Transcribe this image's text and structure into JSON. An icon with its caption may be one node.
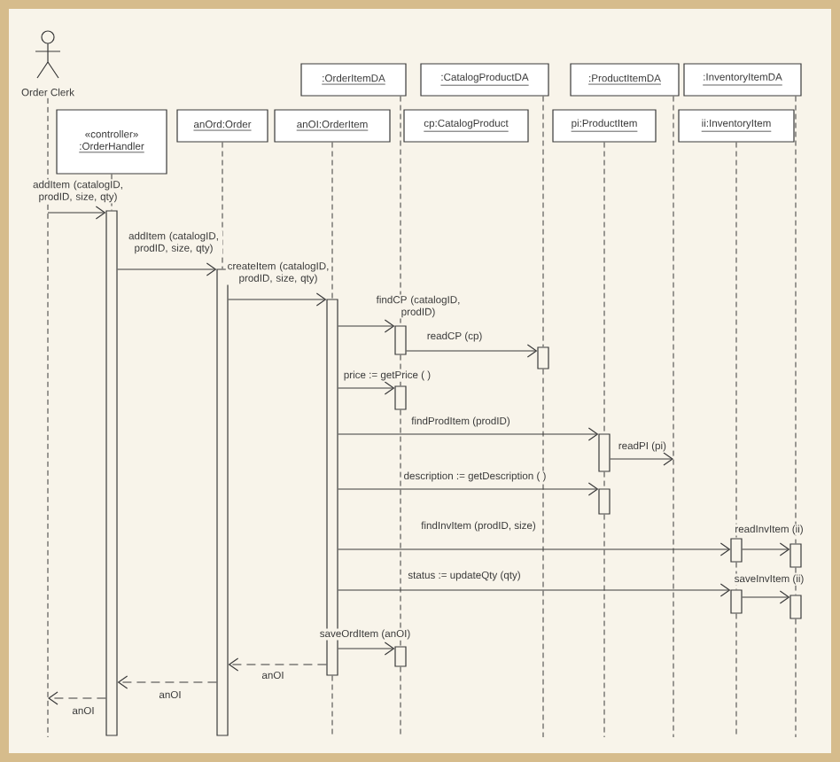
{
  "diagram": {
    "nodes": [
      {
        "text": [
          "Order Clerk"
        ]
      },
      {
        "text": [
          ":OrderItemDA"
        ]
      },
      {
        "text": [
          ":CatalogProductDA"
        ]
      },
      {
        "text": [
          ":ProductItemDA"
        ]
      },
      {
        "text": [
          ":InventoryItemDA"
        ]
      },
      {
        "text": [
          "«controller»",
          ":OrderHandler"
        ]
      },
      {
        "text": [
          "anOrd:Order"
        ]
      },
      {
        "text": [
          "anOI:OrderItem"
        ]
      },
      {
        "text": [
          "cp:CatalogProduct"
        ]
      },
      {
        "text": [
          "pi:ProductItem"
        ]
      },
      {
        "text": [
          "ii:InventoryItem"
        ]
      },
      {
        "text": [],
        "shape": "bar"
      },
      {
        "text": [],
        "shape": "bar"
      },
      {
        "text": [],
        "shape": "bar"
      },
      {
        "text": [],
        "shape": "bar"
      },
      {
        "text": [],
        "shape": "bar"
      },
      {
        "text": [],
        "shape": "bar"
      },
      {
        "text": [],
        "shape": "bar"
      },
      {
        "text": [],
        "shape": "bar"
      },
      {
        "text": [],
        "shape": "bar"
      },
      {
        "text": [],
        "shape": "bar"
      },
      {
        "text": [],
        "shape": "bar"
      },
      {
        "text": [],
        "shape": "bar"
      },
      {
        "text": [],
        "shape": "bar"
      }
    ],
    "edges": [
      {
        "from": null,
        "to": 11,
        "arrow": "to",
        "label": "addItem (catalogID, prodID, size, qty)"
      },
      {
        "from": 11,
        "to": 12,
        "arrow": "to",
        "label": "addItem (catalogID, prodID, size, qty)"
      },
      {
        "from": 12,
        "to": 13,
        "arrow": "to",
        "label": "createItem (catalogID, prodID, size, qty)"
      },
      {
        "from": 13,
        "to": 14,
        "arrow": "to",
        "label": "findCP (catalogID, prodID)"
      },
      {
        "from": 14,
        "to": 15,
        "arrow": "to",
        "label": "readCP (cp)"
      },
      {
        "from": 13,
        "to": 16,
        "arrow": "to",
        "label": "price := getPrice ( )"
      },
      {
        "from": 13,
        "to": 17,
        "arrow": "to",
        "label": "findProdItem (prodID)"
      },
      {
        "from": 17,
        "to": null,
        "arrow": "to",
        "label": "readPI (pi)"
      },
      {
        "from": 13,
        "to": 18,
        "arrow": "to",
        "label": "description := getDescription ( )"
      },
      {
        "from": 13,
        "to": 19,
        "arrow": "to",
        "label": "findInvItem (prodID, size)"
      },
      {
        "from": 19,
        "to": 20,
        "arrow": "to",
        "label": "readInvItem (ii)"
      },
      {
        "from": 13,
        "to": 21,
        "arrow": "to",
        "label": "status := updateQty (qty)"
      },
      {
        "from": 21,
        "to": 22,
        "arrow": "to",
        "label": "saveInvItem (ii)"
      },
      {
        "from": 13,
        "to": 23,
        "arrow": "to",
        "label": "saveOrdItem (anOI)"
      },
      {
        "from": 13,
        "to": 12,
        "arrow": "to",
        "label": "anOI",
        "style": "dashed"
      },
      {
        "from": 12,
        "to": 11,
        "arrow": "to",
        "label": "anOI",
        "style": "dashed"
      },
      {
        "from": 11,
        "to": null,
        "arrow": "to",
        "label": "anOI",
        "style": "dashed"
      },
      {
        "from": 0,
        "to": null,
        "arrow": "none",
        "style": "dashed"
      },
      {
        "from": 5,
        "to": 11,
        "arrow": "none",
        "style": "dashed"
      },
      {
        "from": 6,
        "to": 12,
        "arrow": "none",
        "style": "dashed"
      },
      {
        "from": 7,
        "to": 13,
        "arrow": "none",
        "style": "dashed"
      },
      {
        "from": 13,
        "to": null,
        "arrow": "none",
        "style": "dashed"
      },
      {
        "from": 1,
        "to": 14,
        "arrow": "none",
        "style": "dashed"
      },
      {
        "from": 14,
        "to": 16,
        "arrow": "none",
        "style": "dashed"
      },
      {
        "from": 16,
        "to": 23,
        "arrow": "none",
        "style": "dashed"
      },
      {
        "from": 23,
        "to": null,
        "arrow": "none",
        "style": "dashed"
      },
      {
        "from": 2,
        "to": 15,
        "arrow": "none",
        "style": "dashed"
      },
      {
        "from": 15,
        "to": null,
        "arrow": "none",
        "style": "dashed"
      },
      {
        "from": 9,
        "to": 17,
        "arrow": "none",
        "style": "dashed"
      },
      {
        "from": 17,
        "to": 18,
        "arrow": "none",
        "style": "dashed"
      },
      {
        "from": 18,
        "to": null,
        "arrow": "none",
        "style": "dashed"
      },
      {
        "from": 3,
        "to": null,
        "arrow": "none",
        "style": "dashed"
      },
      {
        "from": 10,
        "to": 19,
        "arrow": "none",
        "style": "dashed"
      },
      {
        "from": 19,
        "to": 21,
        "arrow": "none",
        "style": "dashed"
      },
      {
        "from": 21,
        "to": null,
        "arrow": "none",
        "style": "dashed"
      },
      {
        "from": 4,
        "to": 20,
        "arrow": "none",
        "style": "dashed"
      },
      {
        "from": 20,
        "to": 22,
        "arrow": "none",
        "style": "dashed"
      },
      {
        "from": 22,
        "to": null,
        "arrow": "none",
        "style": "dashed"
      }
    ]
  }
}
